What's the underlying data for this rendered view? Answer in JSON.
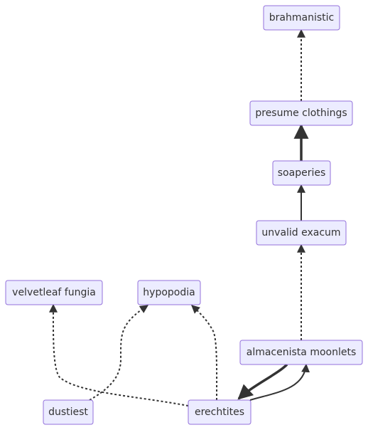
{
  "nodes": {
    "brahmanistic": "brahmanistic",
    "presume_clothings": "presume clothings",
    "soaperies": "soaperies",
    "unvalid_exacum": "unvalid exacum",
    "velvetleaf_fungia": "velvetleaf fungia",
    "hypopodia": "hypopodia",
    "almacenista_moonlets": "almacenista moonlets",
    "dustiest": "dustiest",
    "erechtites": "erechtites"
  },
  "edges": [
    {
      "from": "presume_clothings",
      "to": "brahmanistic",
      "style": "dotted"
    },
    {
      "from": "soaperies",
      "to": "presume_clothings",
      "style": "thick"
    },
    {
      "from": "unvalid_exacum",
      "to": "soaperies",
      "style": "normal"
    },
    {
      "from": "almacenista_moonlets",
      "to": "unvalid_exacum",
      "style": "dotted"
    },
    {
      "from": "almacenista_moonlets",
      "to": "erechtites",
      "style": "thick"
    },
    {
      "from": "erechtites",
      "to": "almacenista_moonlets",
      "style": "normal"
    },
    {
      "from": "erechtites",
      "to": "velvetleaf_fungia",
      "style": "dotted"
    },
    {
      "from": "erechtites",
      "to": "hypopodia",
      "style": "dotted"
    },
    {
      "from": "dustiest",
      "to": "hypopodia",
      "style": "dotted"
    }
  ]
}
